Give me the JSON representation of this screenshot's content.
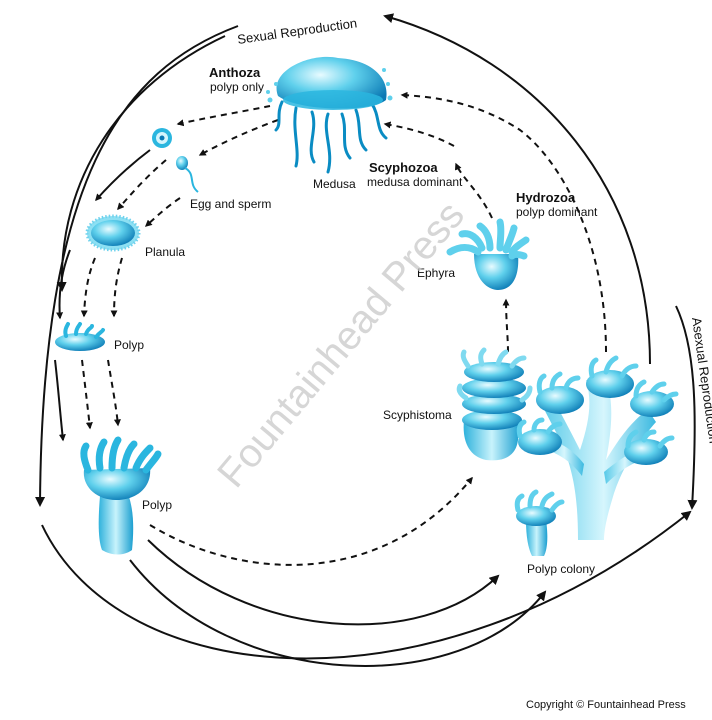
{
  "diagram": {
    "arc_labels": {
      "top": "Sexual Reproduction",
      "right": "Asexual Reproduction"
    },
    "groups": {
      "anthoza": {
        "name": "Anthoza",
        "note": "polyp only"
      },
      "scyphozoa": {
        "name": "Scyphozoa",
        "note": "medusa dominant"
      },
      "hydrozoa": {
        "name": "Hydrozoa",
        "note": "polyp dominant"
      }
    },
    "stages": {
      "medusa": "Medusa",
      "egg_sperm": "Egg and sperm",
      "planula": "Planula",
      "polyp_small": "Polyp",
      "polyp_large": "Polyp",
      "ephyra": "Ephyra",
      "scyphistoma": "Scyphistoma",
      "polyp_colony": "Polyp colony"
    },
    "watermark": "Fountainhead Press",
    "copyright": "Copyright © Fountainhead Press",
    "colors": {
      "cnidarian_light": "#bff0fb",
      "cnidarian_mid": "#36c0e2",
      "cnidarian_dark": "#0a79b4",
      "arrow": "#111111"
    }
  }
}
